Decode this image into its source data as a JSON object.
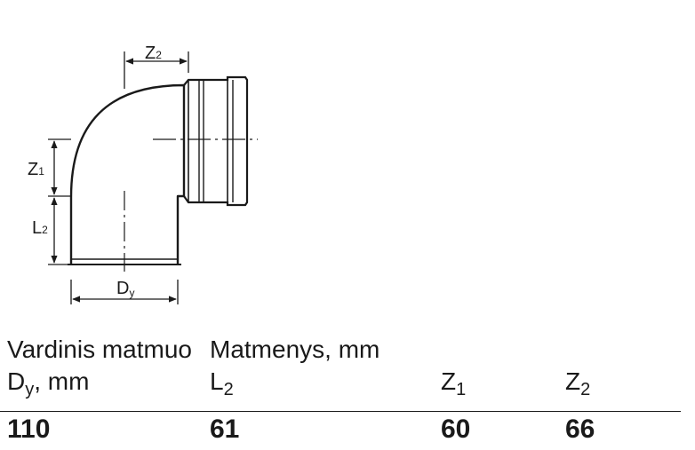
{
  "diagram": {
    "labels": {
      "z2": {
        "main": "Z",
        "sub": "2"
      },
      "z1": {
        "main": "Z",
        "sub": "1"
      },
      "l2": {
        "main": "L",
        "sub": "2"
      },
      "dy": {
        "main": "D",
        "sub": "y"
      }
    }
  },
  "table": {
    "header_nominal": "Vardinis matmuo",
    "header_dims": "Matmenys, mm",
    "col_dy": {
      "main": "D",
      "sub": "y",
      "suffix": ", mm"
    },
    "col_l2": {
      "main": "L",
      "sub": "2"
    },
    "col_z1": {
      "main": "Z",
      "sub": "1"
    },
    "col_z2": {
      "main": "Z",
      "sub": "2"
    },
    "row": {
      "dy": "110",
      "l2": "61",
      "z1": "60",
      "z2": "66"
    }
  },
  "colors": {
    "line": "#1a1a1a",
    "background": "#ffffff"
  }
}
